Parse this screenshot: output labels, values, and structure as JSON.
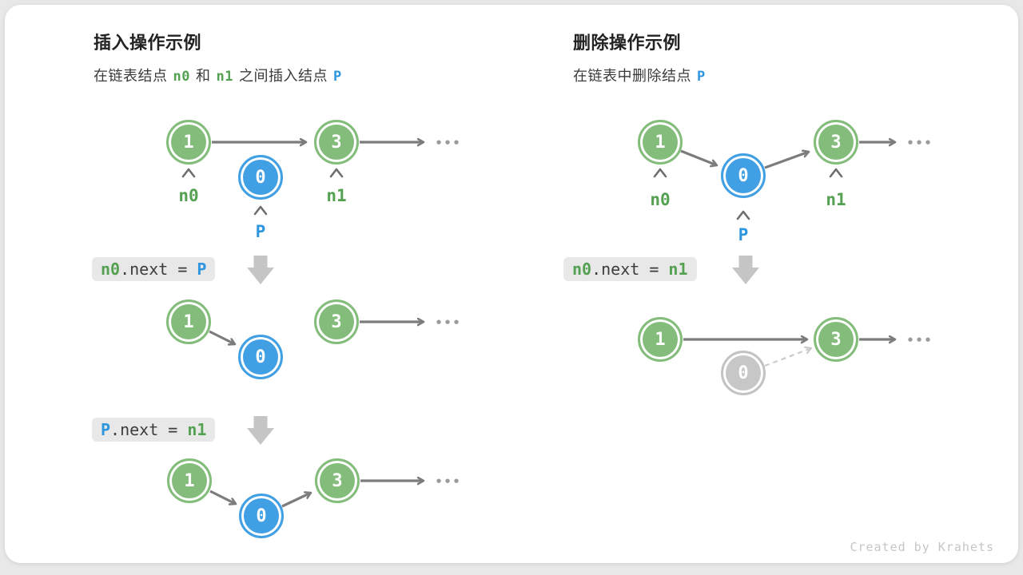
{
  "card": {
    "credit": "Created by Krahets"
  },
  "insert": {
    "title": "插入操作示例",
    "subtitle": {
      "t1": "在链表结点",
      "n0": "n0",
      "t2": "和",
      "n1": "n1",
      "t3": "之间插入结点",
      "p": "P"
    },
    "code1": {
      "a": "n0",
      "b": ".next = ",
      "c": "P"
    },
    "code2": {
      "a": "P",
      "b": ".next = ",
      "c": "n1"
    },
    "labels": {
      "n0": "n0",
      "n1": "n1",
      "p": "P"
    },
    "nodes": {
      "n1": "1",
      "n3": "3",
      "p": "0"
    },
    "ellipsis": "•••"
  },
  "delete": {
    "title": "删除操作示例",
    "subtitle": {
      "t1": "在链表中删除结点",
      "p": "P"
    },
    "code1": {
      "a": "n0",
      "b": ".next = ",
      "c": "n1"
    },
    "labels": {
      "n0": "n0",
      "n1": "n1",
      "p": "P"
    },
    "nodes": {
      "n1": "1",
      "n3": "3",
      "p": "0"
    },
    "ellipsis": "•••"
  },
  "colors": {
    "node_green": "#84BD7B",
    "node_blue": "#41A0E4",
    "node_gray": "#C7C7C7",
    "arrow_gray": "#7C7C7C",
    "code_bg": "#E8E8E8",
    "accent_green": "#54A152",
    "accent_blue": "#2D96DF"
  }
}
